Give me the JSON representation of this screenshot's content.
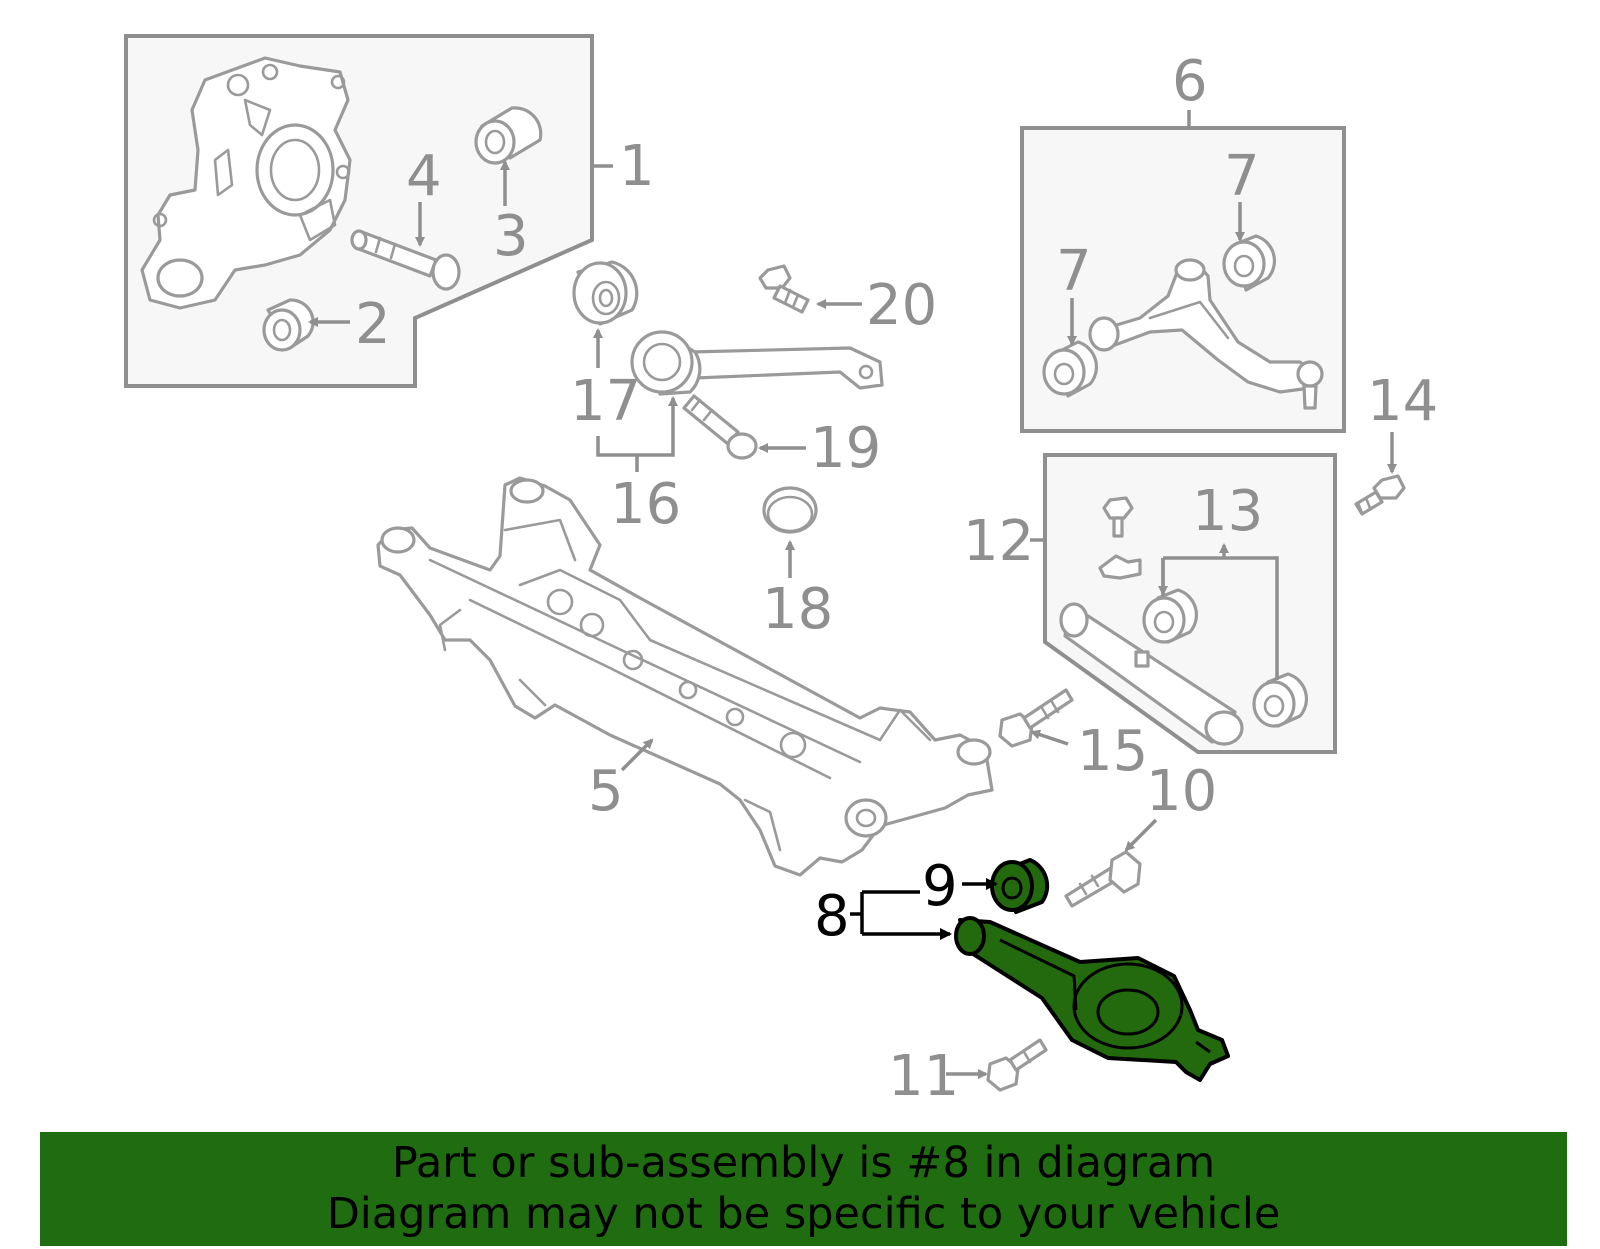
{
  "labels": {
    "l1": "1",
    "l2": "2",
    "l3": "3",
    "l4": "4",
    "l5": "5",
    "l6": "6",
    "l7a": "7",
    "l7b": "7",
    "l8": "8",
    "l9": "9",
    "l10": "10",
    "l11": "11",
    "l12": "12",
    "l13": "13",
    "l14": "14",
    "l15": "15",
    "l16": "16",
    "l17": "17",
    "l18": "18",
    "l19": "19",
    "l20": "20"
  },
  "highlight": {
    "part_number": "8",
    "color": "#236a0e"
  },
  "banner": {
    "line1": "Part or sub-assembly is #8 in diagram",
    "line2": "Diagram may not be specific to your vehicle",
    "color": "#1f6d10"
  }
}
